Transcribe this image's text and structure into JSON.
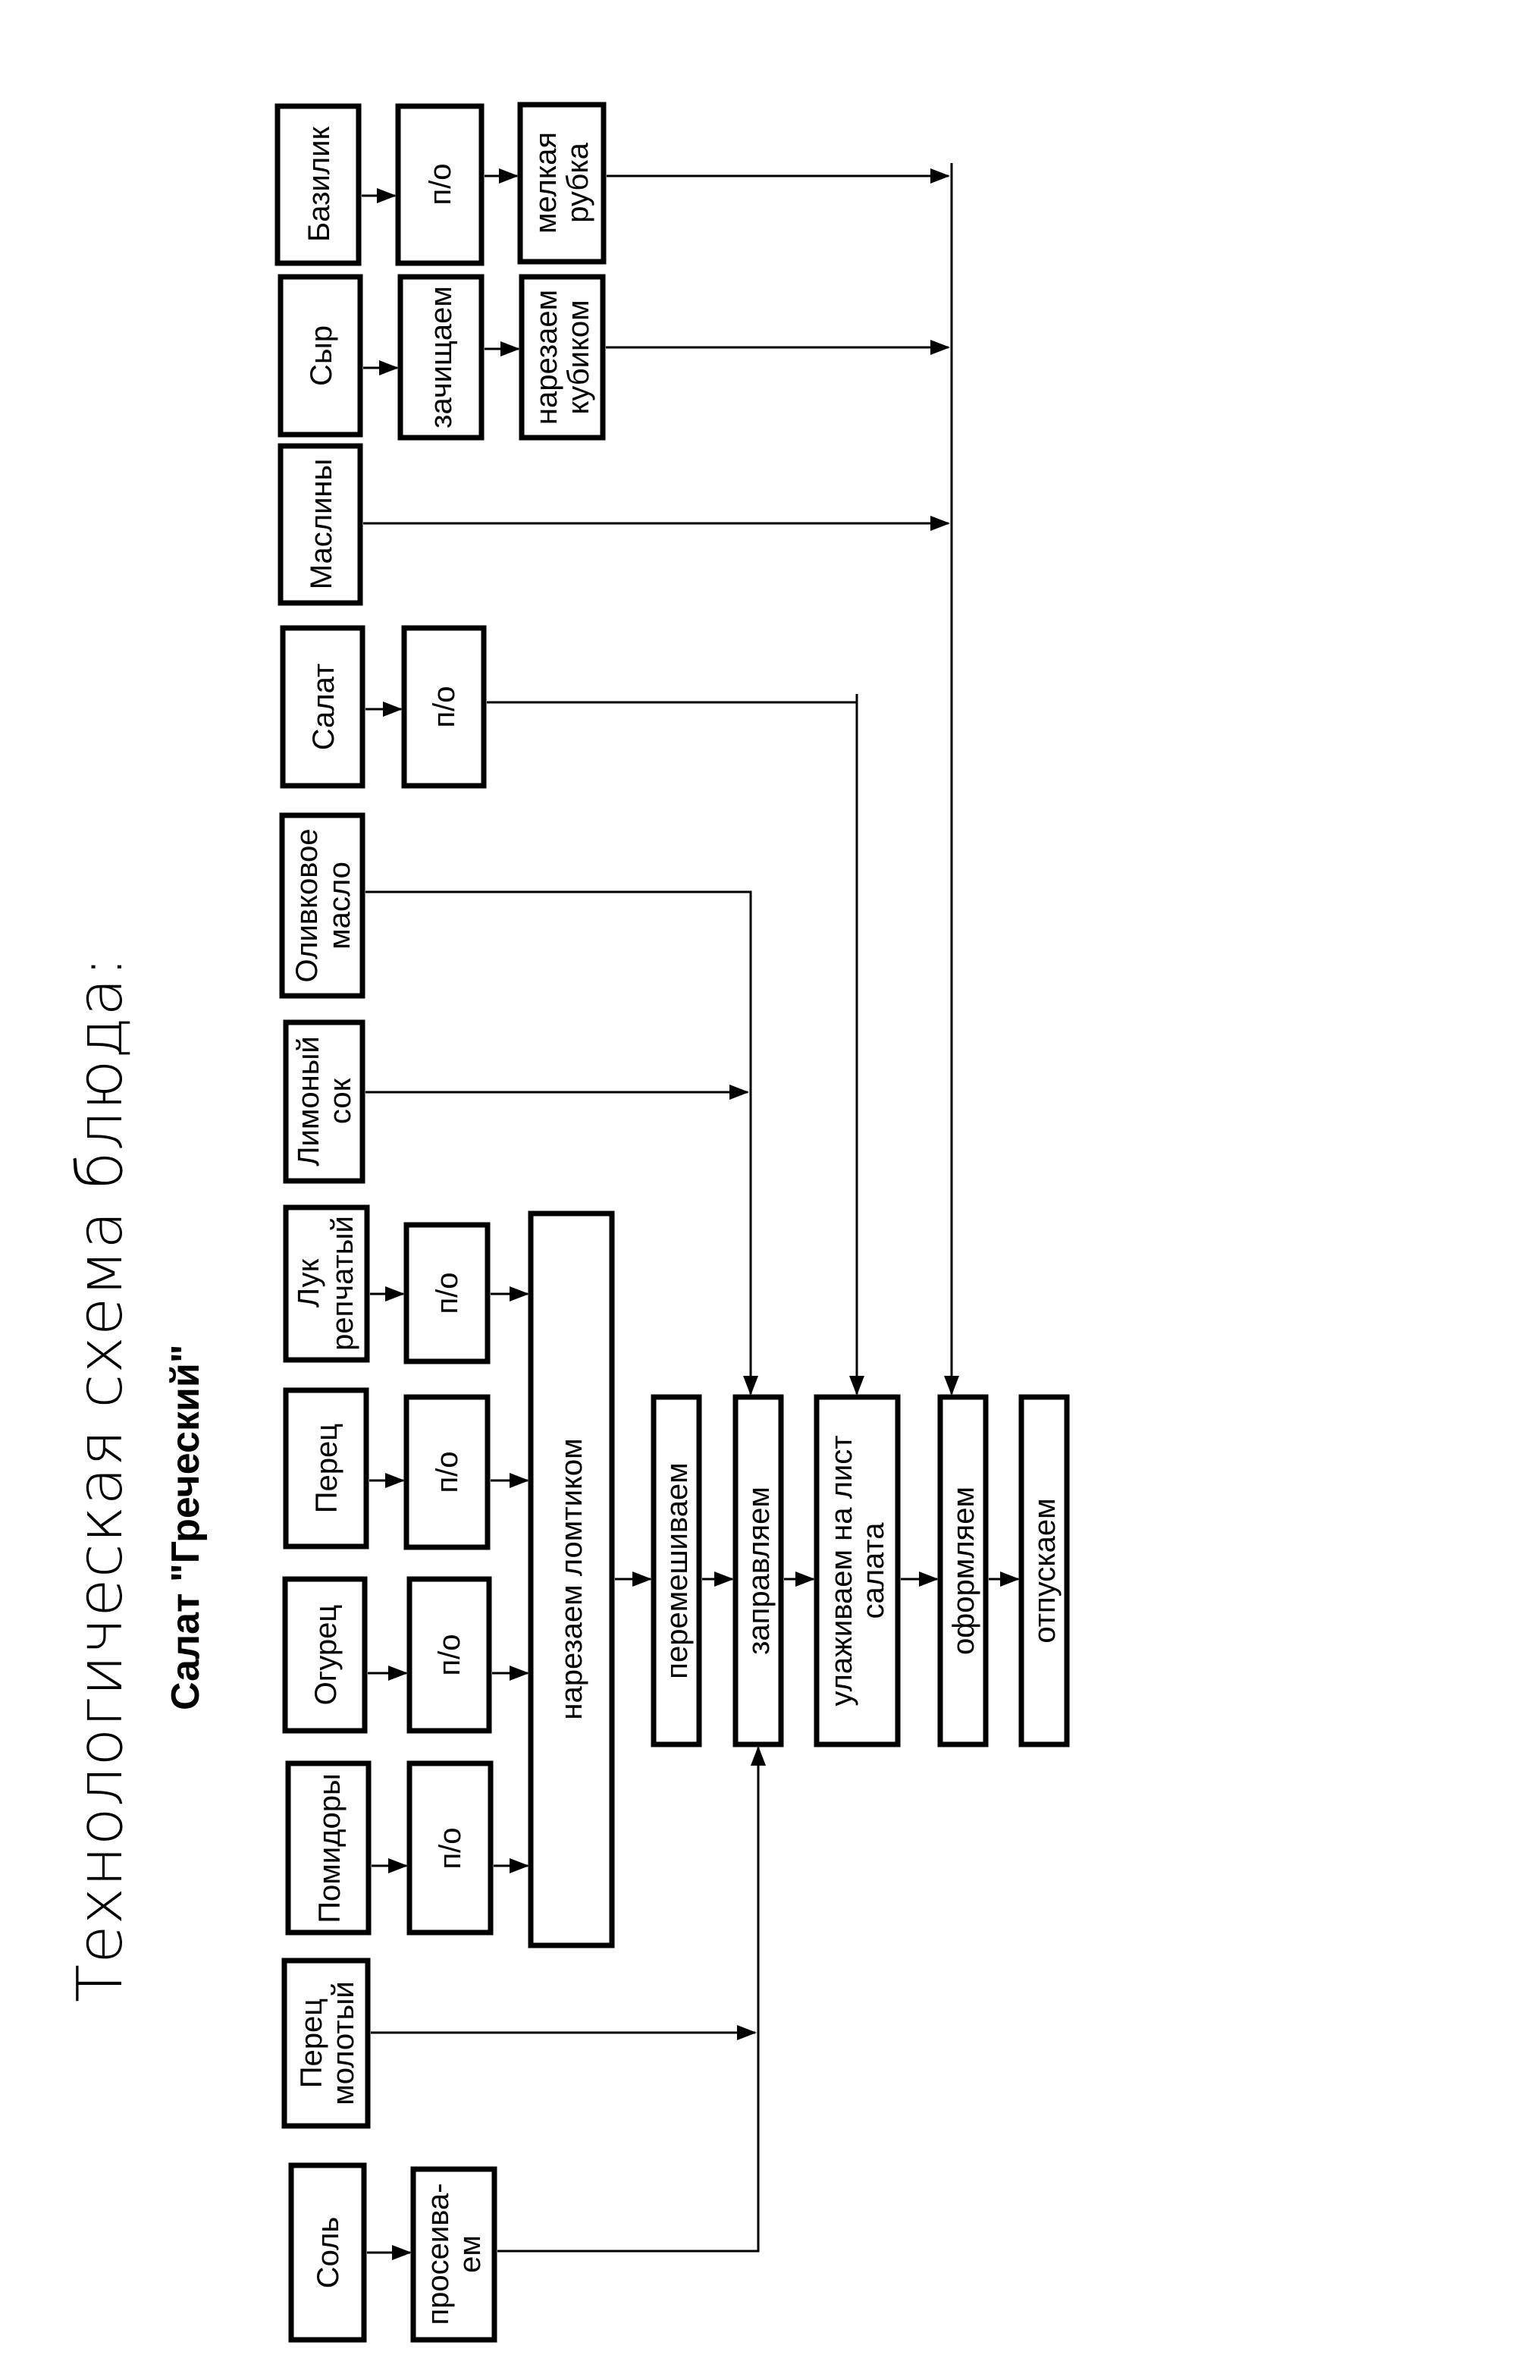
{
  "title": "Технологическая схема блюда:",
  "subtitle": "Салат \"Греческий\"",
  "ingredients": {
    "salt": "Соль",
    "black_pepper": [
      "Перец",
      "молотый"
    ],
    "tomatoes": "Помидоры",
    "cucumber": "Огурец",
    "pepper": "Перец",
    "onion": [
      "Лук",
      "репчатый"
    ],
    "lemon_juice": [
      "Лимоный",
      "сок"
    ],
    "olive_oil": [
      "Оливковое",
      "масло"
    ],
    "lettuce": "Салат",
    "olives": "Маслины",
    "cheese": "Сыр",
    "basil": "Базилик"
  },
  "steps": {
    "sift": [
      "просеива-",
      "ем"
    ],
    "primary_processing": "п/о",
    "slice_wedges": "нарезаем ломтиком",
    "mix": "перемешиваем",
    "dress": "заправляем",
    "lay_on_leaf": [
      "улаживаем на лист",
      "салата"
    ],
    "garnish": "оформляем",
    "serve": "отпускаем",
    "cheese_clean": "зачищаем",
    "cheese_dice": [
      "нарезаем",
      "кубиком"
    ],
    "basil_chop": [
      "мелкая",
      "рубка"
    ]
  }
}
